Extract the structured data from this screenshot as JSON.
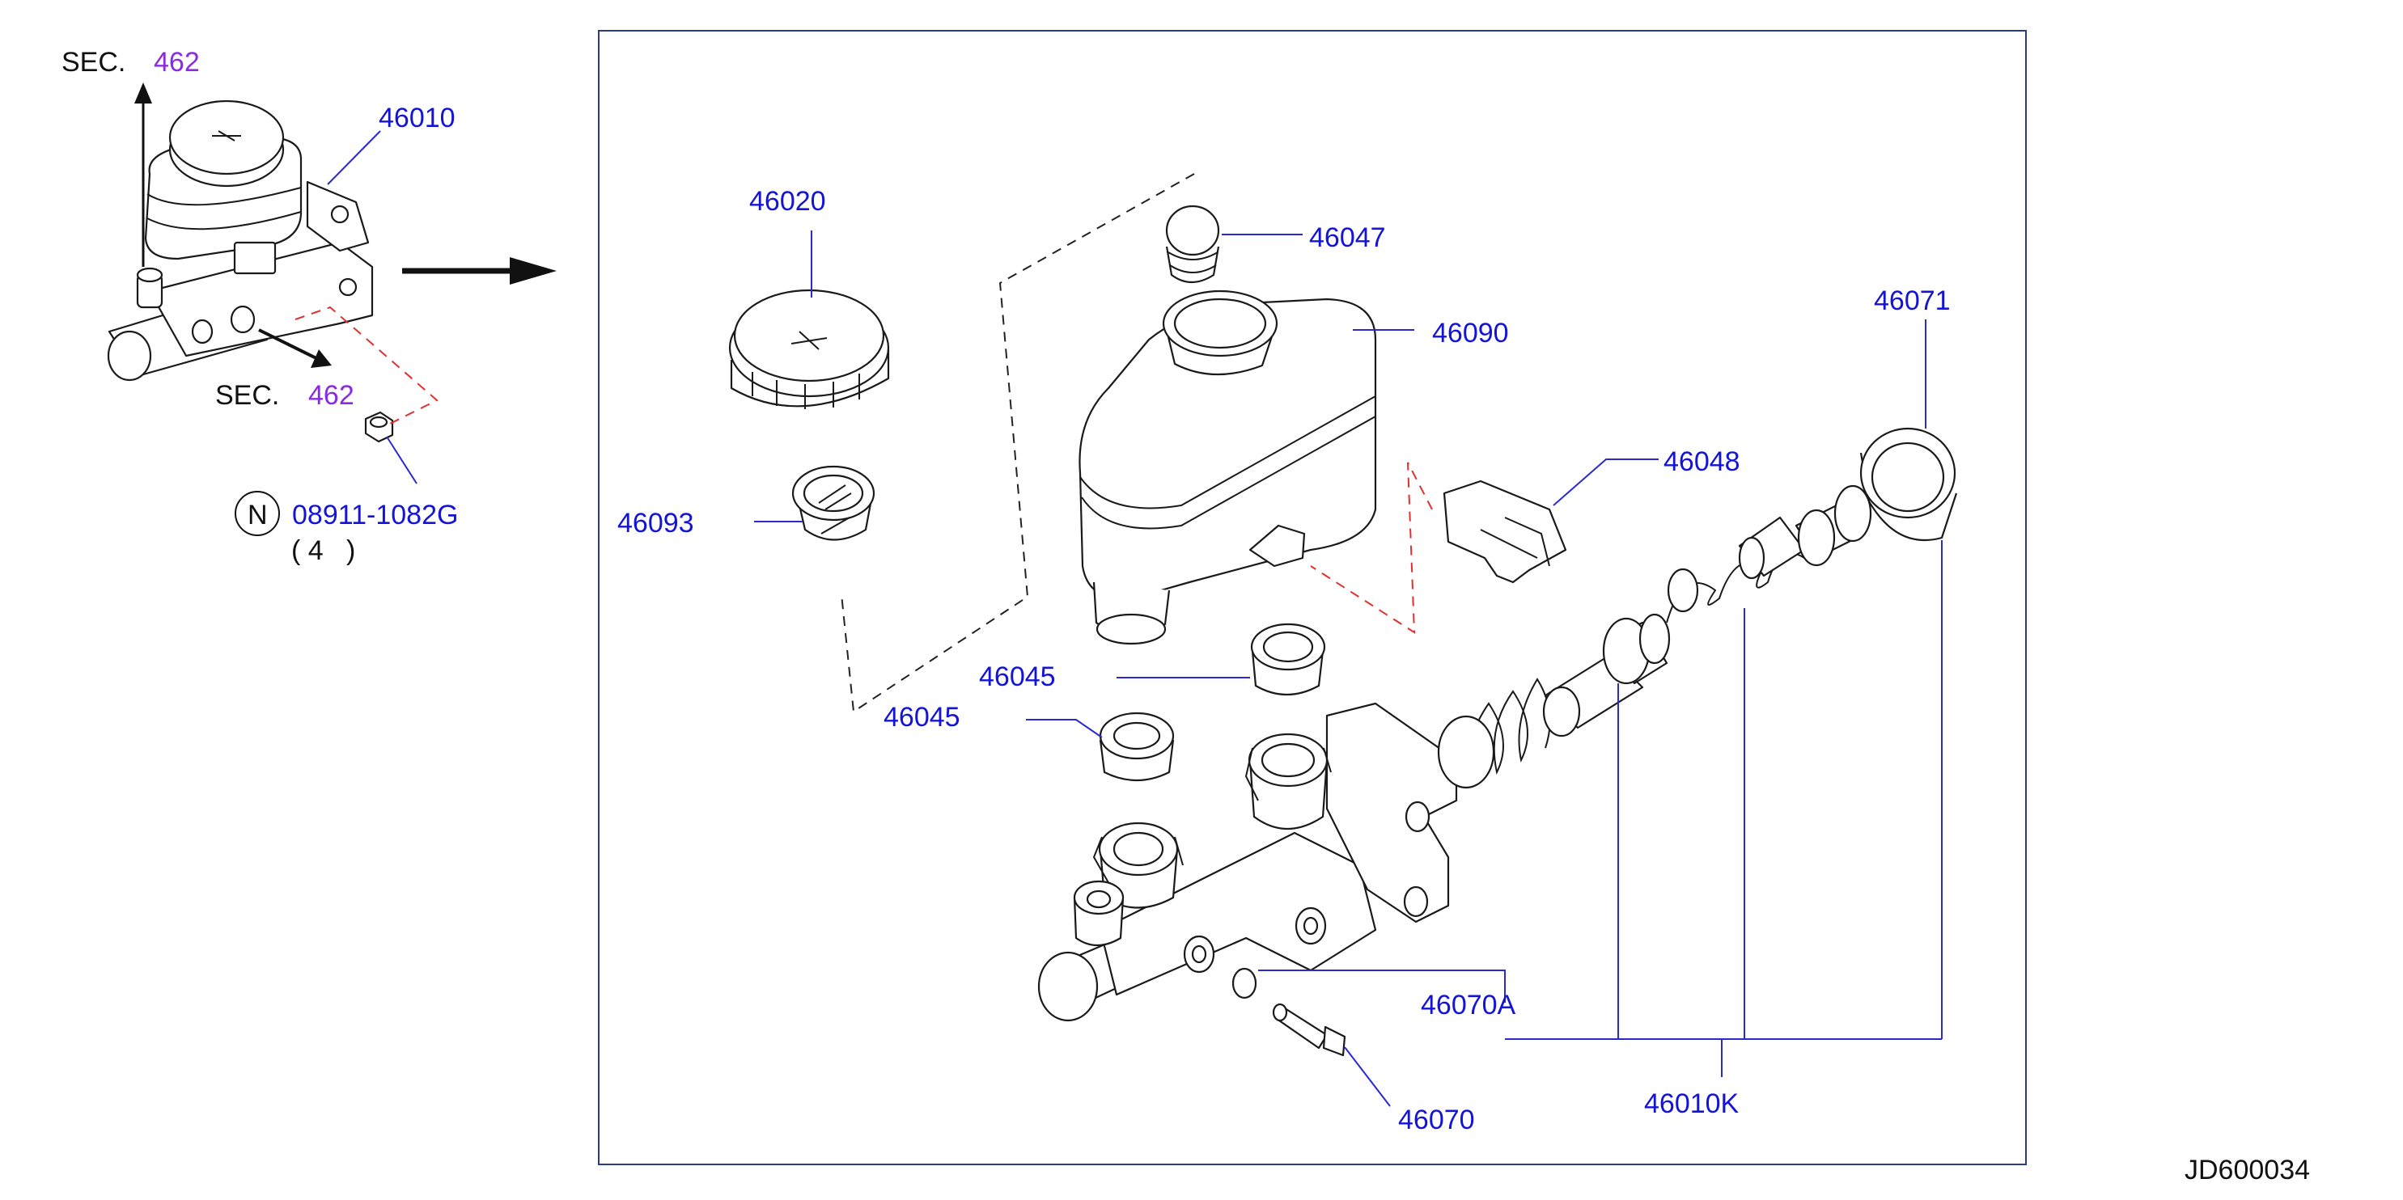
{
  "diagram": {
    "sec_prefix": "SEC.",
    "sec_ref_top": "462",
    "sec_ref_bottom": "462",
    "assembly_label": "46010",
    "nut_marker": "N",
    "nut_part": "08911-1082G",
    "nut_qty": "( 4   )",
    "labels": {
      "p46020": "46020",
      "p46047": "46047",
      "p46090": "46090",
      "p46071": "46071",
      "p46048": "46048",
      "p46093": "46093",
      "p46045a": "46045",
      "p46045b": "46045",
      "p46070A": "46070A",
      "p46070": "46070",
      "p46010K": "46010K"
    },
    "diagram_code": "JD600034"
  }
}
